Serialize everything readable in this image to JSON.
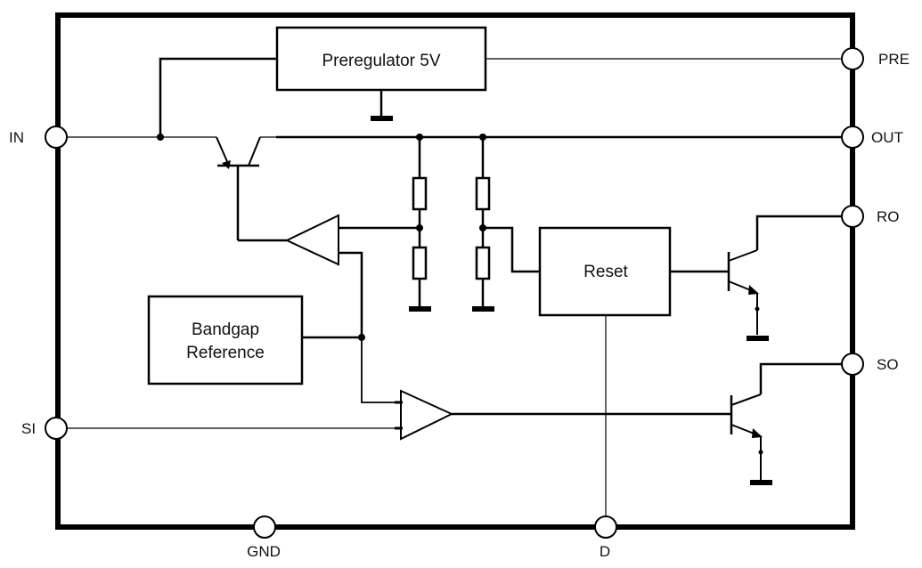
{
  "diagram": {
    "type": "block-diagram",
    "subject": "Voltage regulator IC internal block diagram",
    "blocks": {
      "preregulator": {
        "label": "Preregulator 5V"
      },
      "bandgap": {
        "label_line1": "Bandgap",
        "label_line2": "Reference"
      },
      "reset": {
        "label": "Reset"
      }
    },
    "pins": {
      "in": "IN",
      "si": "SI",
      "pre": "PRE",
      "out": "OUT",
      "ro": "RO",
      "so": "SO",
      "gnd": "GND",
      "d": "D"
    },
    "components": [
      "pass-transistor",
      "error-amplifier",
      "sense-comparator",
      "voltage-divider-regulation",
      "voltage-divider-reset",
      "reset-output-transistor",
      "sense-output-transistor"
    ],
    "colors": {
      "line": "#000000",
      "background": "#ffffff"
    }
  }
}
